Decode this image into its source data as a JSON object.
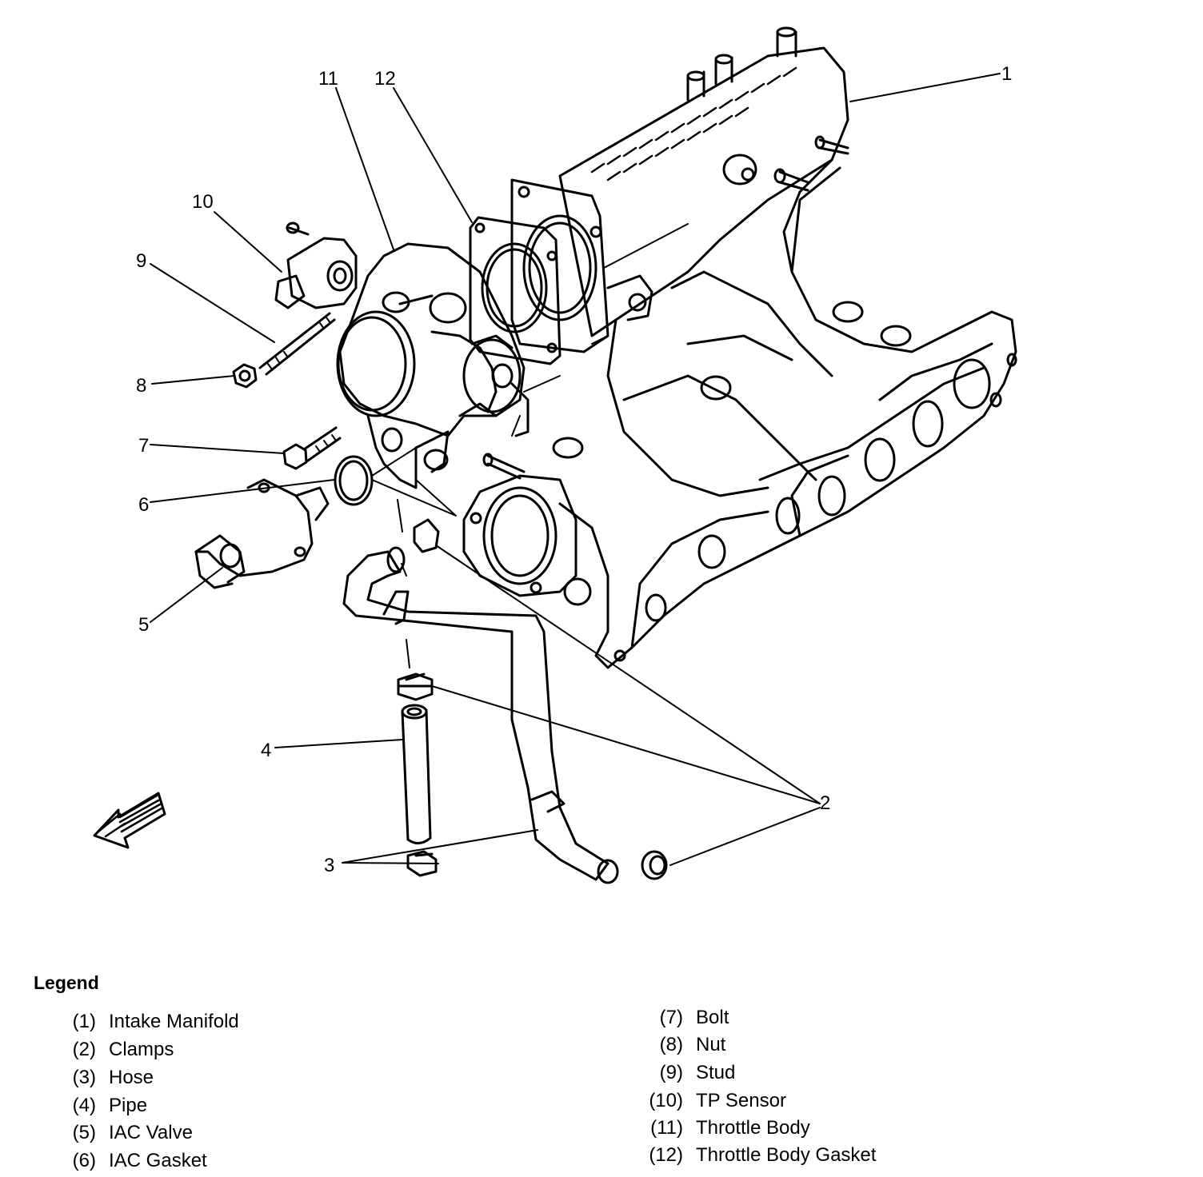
{
  "callouts": [
    {
      "id": "1",
      "name": "callout-1"
    },
    {
      "id": "2",
      "name": "callout-2"
    },
    {
      "id": "3",
      "name": "callout-3"
    },
    {
      "id": "4",
      "name": "callout-4"
    },
    {
      "id": "5",
      "name": "callout-5"
    },
    {
      "id": "6",
      "name": "callout-6"
    },
    {
      "id": "7",
      "name": "callout-7"
    },
    {
      "id": "8",
      "name": "callout-8"
    },
    {
      "id": "9",
      "name": "callout-9"
    },
    {
      "id": "10",
      "name": "callout-10"
    },
    {
      "id": "11",
      "name": "callout-11"
    },
    {
      "id": "12",
      "name": "callout-12"
    }
  ],
  "legend": {
    "title": "Legend",
    "left": [
      {
        "num": "(1)",
        "label": "Intake Manifold"
      },
      {
        "num": "(2)",
        "label": "Clamps"
      },
      {
        "num": "(3)",
        "label": "Hose"
      },
      {
        "num": "(4)",
        "label": "Pipe"
      },
      {
        "num": "(5)",
        "label": "IAC Valve"
      },
      {
        "num": "(6)",
        "label": "IAC Gasket"
      }
    ],
    "right": [
      {
        "num": "(7)",
        "label": "Bolt"
      },
      {
        "num": "(8)",
        "label": "Nut"
      },
      {
        "num": "(9)",
        "label": "Stud"
      },
      {
        "num": "(10)",
        "label": "TP Sensor"
      },
      {
        "num": "(11)",
        "label": "Throttle Body"
      },
      {
        "num": "(12)",
        "label": "Throttle Body Gasket"
      }
    ]
  },
  "colors": {
    "ink": "#000000",
    "paper": "#ffffff"
  }
}
